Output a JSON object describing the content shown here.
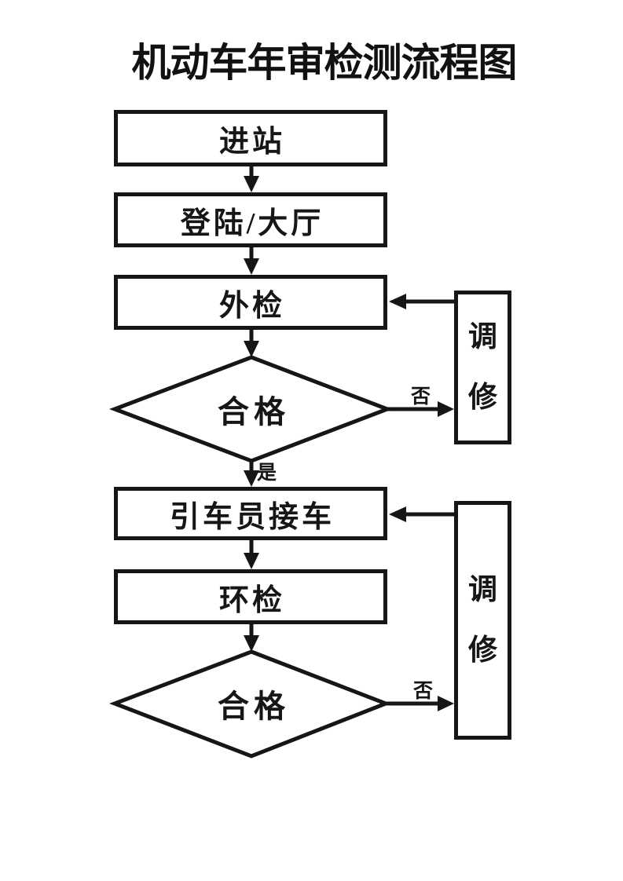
{
  "title": "机动车年审检测流程图",
  "colors": {
    "ink": "#161616",
    "background": "#ffffff"
  },
  "flowchart": {
    "nodes": {
      "enter_station": {
        "label": "进站",
        "type": "process"
      },
      "login_hall": {
        "label": "登陆/大厅",
        "type": "process"
      },
      "external_inspection": {
        "label": "外检",
        "type": "process"
      },
      "qualified_1": {
        "label": "合格",
        "type": "decision"
      },
      "driver_receive_vehicle": {
        "label": "引车员接车",
        "type": "process"
      },
      "environmental_inspection": {
        "label": "环检",
        "type": "process"
      },
      "qualified_2": {
        "label": "合格",
        "type": "decision"
      },
      "repair_1": {
        "label": "调\n修",
        "type": "process"
      },
      "repair_2": {
        "label": "调\n修",
        "type": "process"
      }
    },
    "edge_labels": {
      "no_1": "否",
      "yes_1": "是",
      "no_2": "否"
    },
    "connections": [
      {
        "from": "enter_station",
        "to": "login_hall"
      },
      {
        "from": "login_hall",
        "to": "external_inspection"
      },
      {
        "from": "external_inspection",
        "to": "qualified_1"
      },
      {
        "from": "qualified_1",
        "to": "driver_receive_vehicle",
        "label": "是"
      },
      {
        "from": "qualified_1",
        "to": "repair_1",
        "label": "否"
      },
      {
        "from": "repair_1",
        "to": "external_inspection"
      },
      {
        "from": "driver_receive_vehicle",
        "to": "environmental_inspection"
      },
      {
        "from": "environmental_inspection",
        "to": "qualified_2"
      },
      {
        "from": "qualified_2",
        "to": "repair_2",
        "label": "否"
      }
    ]
  }
}
